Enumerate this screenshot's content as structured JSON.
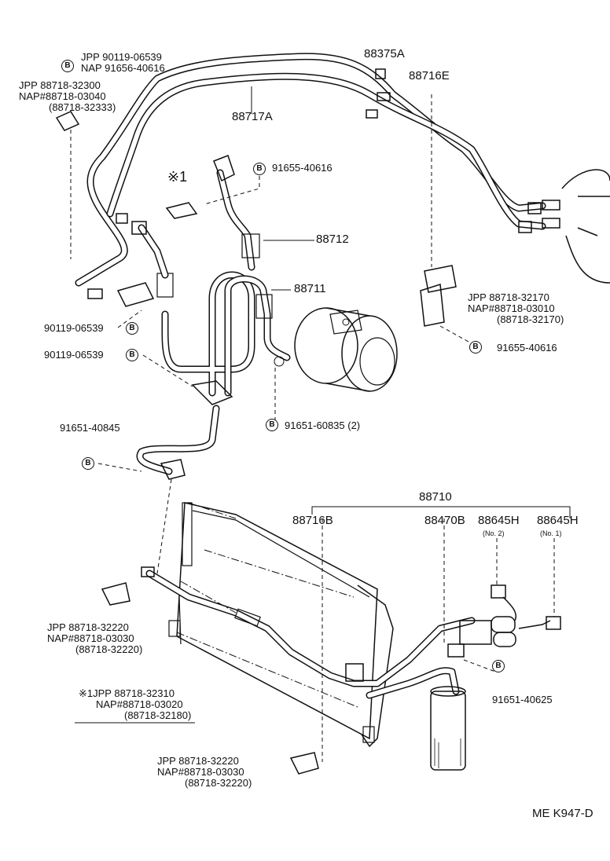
{
  "labels": {
    "jpp_nap_tl_a1": "JPP   90119-06539",
    "jpp_nap_tl_a2": "NAP  91656-40616",
    "jpp_tl_b1": "JPP     88718-32300",
    "jpp_tl_b2": "NAP#88718-03040",
    "jpp_tl_b3": "(88718-32333)",
    "p88375a": "88375A",
    "p88716e": "88716E",
    "p88717a": "88717A",
    "star1": "※1",
    "p91655_a": "91655-40616",
    "p88712": "88712",
    "p88711": "88711",
    "r_jpp1": "JPP      88718-32170",
    "r_jpp2": "NAP#88718-03010",
    "r_jpp3": "(88718-32170)",
    "p91655_b": "91655-40616",
    "p90119_a": "90119-06539",
    "p90119_b": "90119-06539",
    "p91651_a": "91651-40845",
    "p91651_b": "91651-60835 (2)",
    "p88710": "88710",
    "p88716b": "88716B",
    "p88470b": "88470B",
    "p88645h_2": "88645H",
    "p88645h_2n": "(No. 2)",
    "p88645h_1": "88645H",
    "p88645h_1n": "(No. 1)",
    "l_jpp1": "JPP     88718-32220",
    "l_jpp2": "NAP#88718-03030",
    "l_jpp3": "(88718-32220)",
    "s1_1": "※1JPP       88718-32310",
    "s1_2": "NAP#88718-03020",
    "s1_3": "(88718-32180)",
    "p91651_c": "91651-40625",
    "b_jpp1": "JPP     88718-32220",
    "b_jpp2": "NAP#88718-03030",
    "b_jpp3": "(88718-32220)",
    "code": "ME K947-D",
    "bolt_symbol": "B"
  }
}
